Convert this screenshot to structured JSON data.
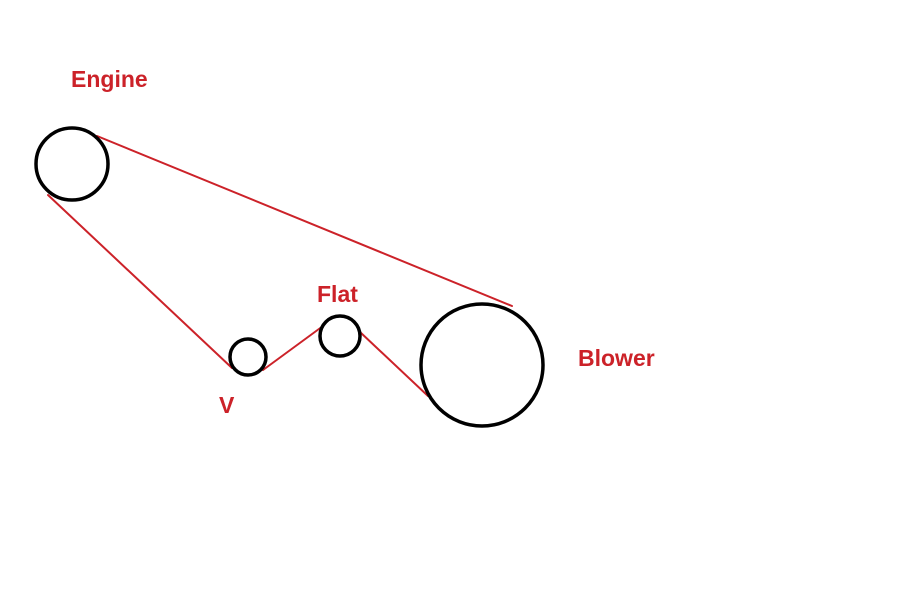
{
  "colors": {
    "belt": "#cc2229",
    "pulley": "#000000",
    "label": "#cc2229",
    "background": "#ffffff"
  },
  "labels": {
    "engine": "Engine",
    "blower": "Blower",
    "flat": "Flat",
    "v": "V"
  }
}
